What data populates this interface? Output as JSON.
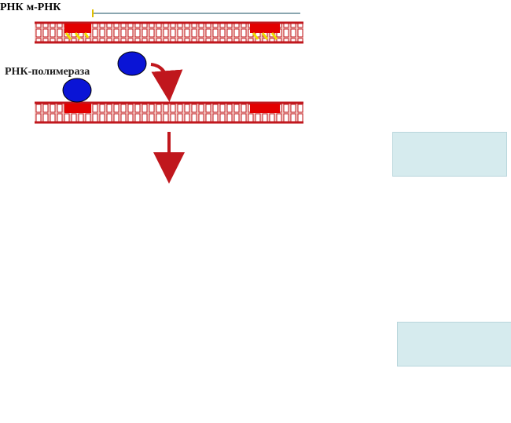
{
  "labels": {
    "polymerase": "РНК-полимераза",
    "rna": "РНК",
    "mrna": "м-РНК"
  },
  "colors": {
    "dna_strand": "#c0171d",
    "dna_fill": "#f3c6c0",
    "promoter": "#e30000",
    "terminator_yellow": "#f0e000",
    "rna_mark": "#ff00ff",
    "rna_strand": "#808080",
    "polymerase": "#0a14d6",
    "arrow": "#c0171d",
    "panel": "#d6ebee"
  },
  "icons": {
    "enzyme": "blue-oval-icon",
    "flow_arrow": "red-down-arrow-icon",
    "direction": "blue-right-arrow-icon"
  }
}
